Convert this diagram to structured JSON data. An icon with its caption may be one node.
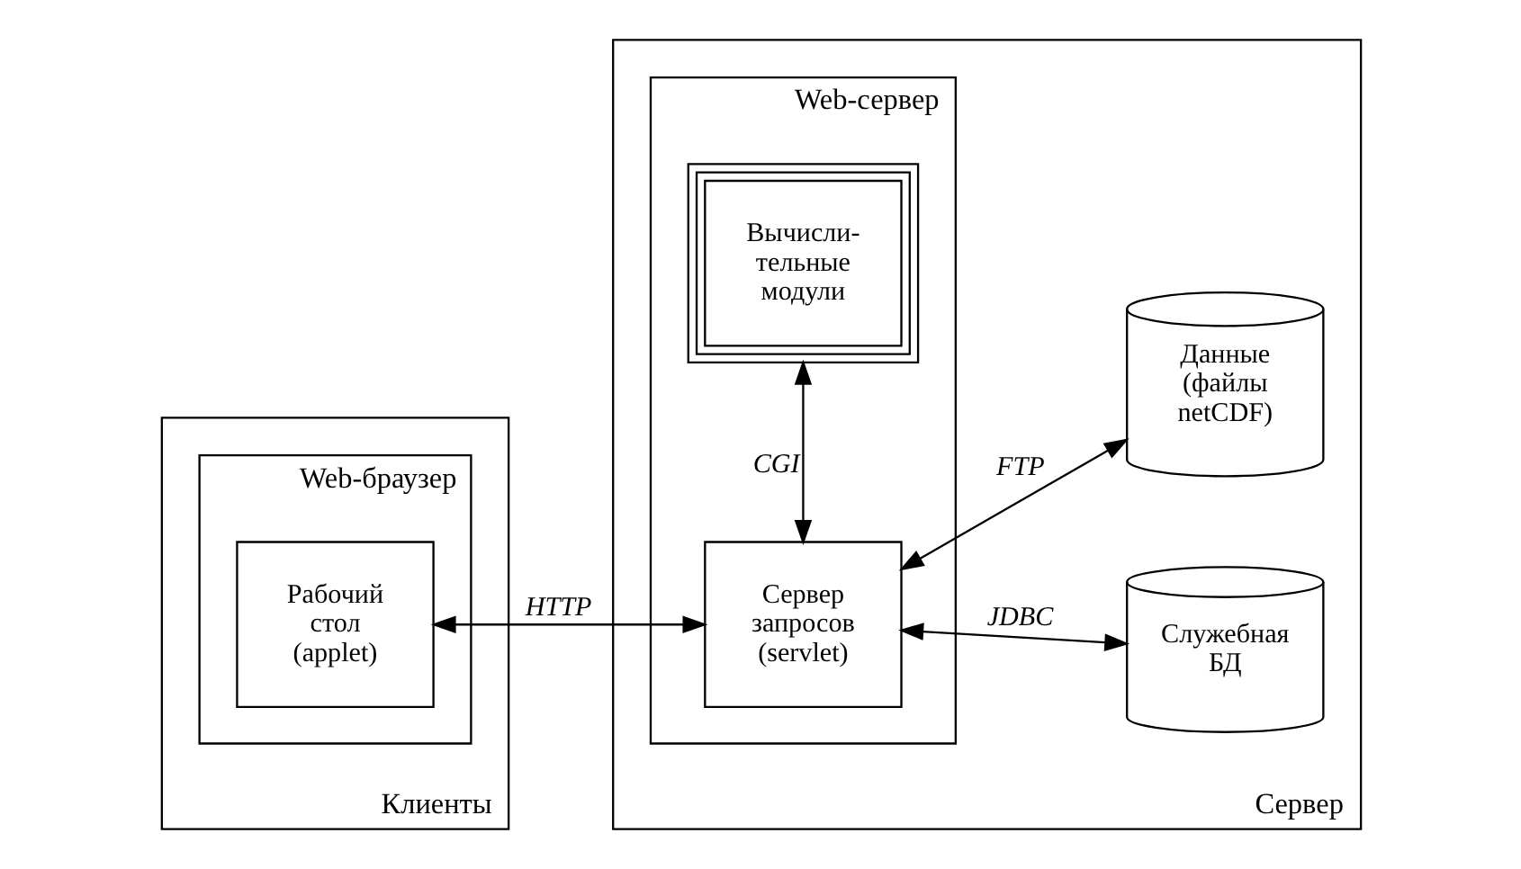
{
  "diagram": {
    "nodes": [
      {
        "text": [
          "Клиенты"
        ]
      },
      {
        "text": [
          "Web-браузер"
        ],
        "in": 0
      },
      {
        "text": [
          "Рабочий стол (applet)"
        ],
        "in": 1
      },
      {
        "text": [
          "Сервер"
        ]
      },
      {
        "text": [
          "Web-сервер"
        ],
        "in": 3
      },
      {
        "text": [
          "Сервер запросов (servlet)"
        ],
        "in": 4
      },
      {
        "text": [
          "Вычисли- тельные модули"
        ],
        "in": 4
      },
      {
        "text": [
          "Служебная БД"
        ],
        "in": 3
      },
      {
        "text": [
          "Данные (файлы netCDF)"
        ],
        "in": 3
      }
    ],
    "edges": [
      {
        "from": 2,
        "to": 5,
        "arrow": "both",
        "label": "HTTP"
      },
      {
        "from": 5,
        "to": 7,
        "arrow": "both",
        "label": "JDBC"
      },
      {
        "from": 5,
        "to": 6,
        "arrow": "both",
        "label": "CGI"
      },
      {
        "from": 5,
        "to": 8,
        "arrow": "both",
        "label": "FTP"
      }
    ]
  }
}
